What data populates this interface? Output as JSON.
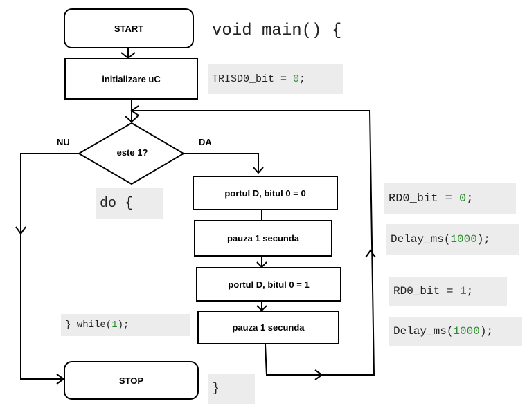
{
  "flowchart": {
    "start": "START",
    "init": "initializare uC",
    "decision": "este 1?",
    "no_label": "NU",
    "yes_label": "DA",
    "step1": "portul D, bitul 0 = 0",
    "step2": "pauza 1 secunda",
    "step3": "portul D, bitul 0 = 1",
    "step4": "pauza 1 secunda",
    "stop": "STOP"
  },
  "code": {
    "main": "void main() {",
    "tris_pre": "TRISD0_bit = ",
    "tris_num": "0",
    "tris_post": ";",
    "do": "do {",
    "rd0_off_pre": "RD0_bit = ",
    "rd0_off_num": "0",
    "rd0_off_post": ";",
    "delay1_pre": "Delay_ms(",
    "delay1_num": "1000",
    "delay1_post": ");",
    "rd0_on_pre": "RD0_bit = ",
    "rd0_on_num": "1",
    "rd0_on_post": ";",
    "delay2_pre": "Delay_ms(",
    "delay2_num": "1000",
    "delay2_post": ");",
    "while_pre": "} while(",
    "while_num": "1",
    "while_post": ");",
    "close": "}"
  },
  "colors": {
    "number": "#2e8b2e",
    "code_bg": "#ececec",
    "line": "#000000"
  }
}
